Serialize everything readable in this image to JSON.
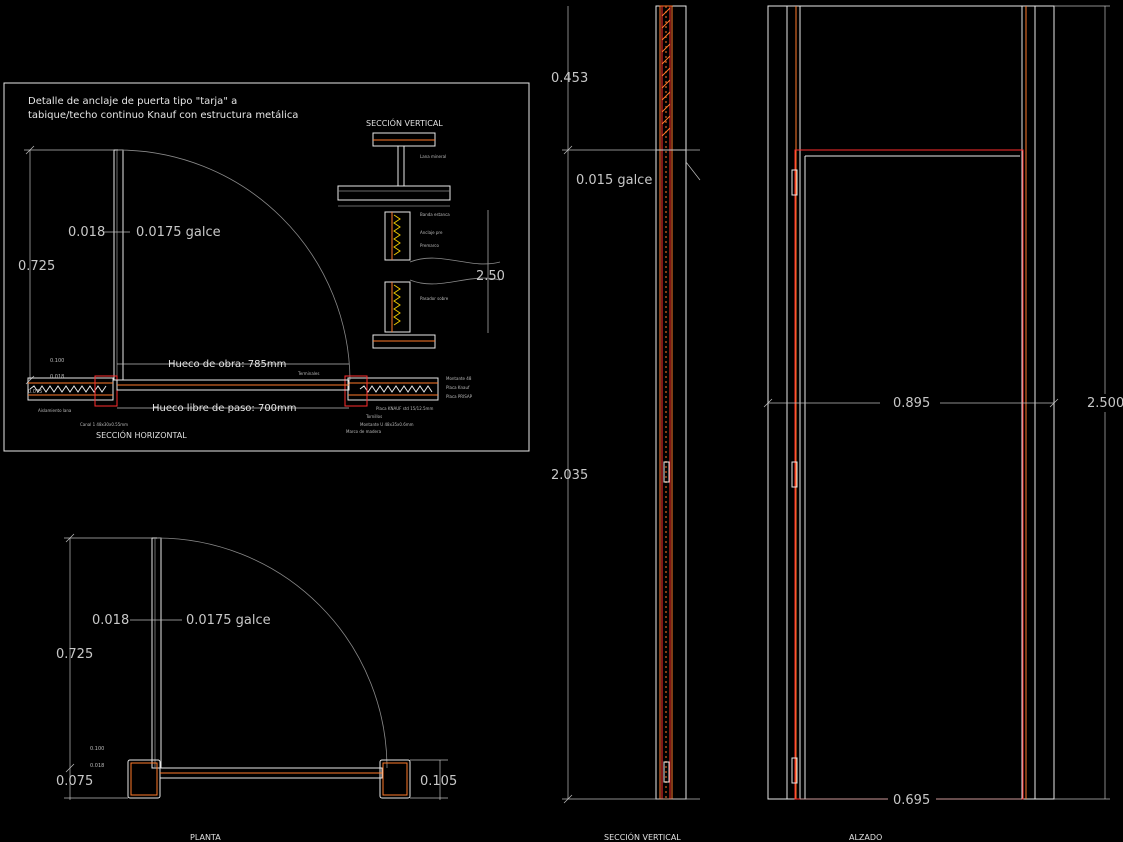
{
  "detail": {
    "title_line1": "Detalle de anclaje de puerta tipo \"tarja\" a",
    "title_line2": "tabique/techo continuo Knauf con estructura metálica",
    "section_vertical_label": "SECCIÓN VERTICAL",
    "section_horizontal_label": "SECCIÓN HORIZONTAL",
    "dim_018": "0.018",
    "dim_galce": "0.0175 galce",
    "dim_725": "0.725",
    "dim_250": "2.50",
    "hueco_obra": "Hueco de obra: 785mm",
    "hueco_libre": "Hueco libre de paso: 700mm",
    "dim_100": "0.100",
    "dim_075": "0.075",
    "dim_018b": "0.018",
    "tiny_labels": [
      "Terminales",
      "Montante 48",
      "Placa Knauf",
      "Placa PRISAP",
      "Lana mineral",
      "Banda estanca",
      "Anclaje pre",
      "Premarco",
      "Pasador sobre",
      "Canal 1 48x30x0.55mm",
      "Placa KNAUF std 15/12.5mm",
      "Montante U 48x35x0.6mm",
      "Marco de madera",
      "Tornillos",
      "Aislamiento lana"
    ]
  },
  "plan": {
    "label": "PLANTA",
    "dim_018": "0.018",
    "dim_galce": "0.0175 galce",
    "dim_725": "0.725",
    "dim_100": "0.100",
    "dim_018b": "0.018",
    "dim_075": "0.075",
    "dim_105": "0.105"
  },
  "section": {
    "label": "SECCIÓN VERTICAL",
    "dim_453": "0.453",
    "dim_galce": "0.015 galce",
    "dim_2035": "2.035"
  },
  "elevation": {
    "label": "ALZADO",
    "dim_895": "0.895",
    "dim_2500": "2.500",
    "dim_695": "0.695"
  },
  "colors": {
    "background": "#000000",
    "line_white": "#e8e8e8",
    "line_orange": "#ff7a2a",
    "line_red": "#ff2e2e",
    "line_yellow": "#e8c200"
  }
}
